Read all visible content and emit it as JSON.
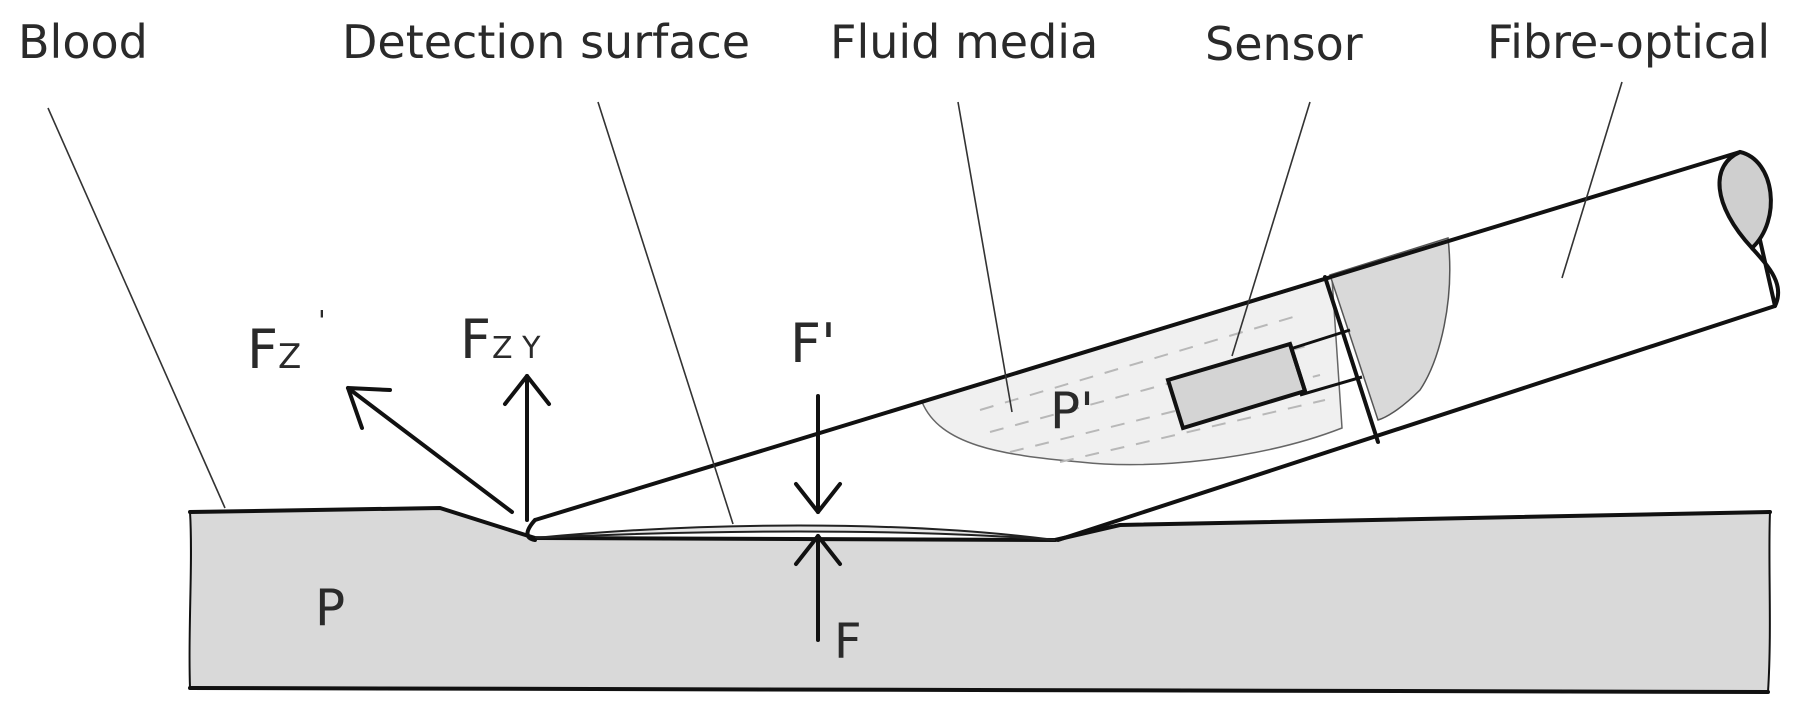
{
  "labels": {
    "blood": "Blood",
    "detection_surface": "Detection surface",
    "fluid_media": "Fluid media",
    "sensor": "Sensor",
    "fibre_optical": "Fibre-optical"
  },
  "symbols": {
    "p": "P",
    "p_prime": "P'",
    "f": "F",
    "f_prime": "F'",
    "fz_main": "F",
    "fz_sub": "Z",
    "fz_mark": "'",
    "fzy_main": "F",
    "fzy_sub": "Z Y"
  },
  "colors": {
    "tissue_fill": "#d9d9d9",
    "fluid_fill": "#f0f0f0",
    "ink": "#111111"
  }
}
